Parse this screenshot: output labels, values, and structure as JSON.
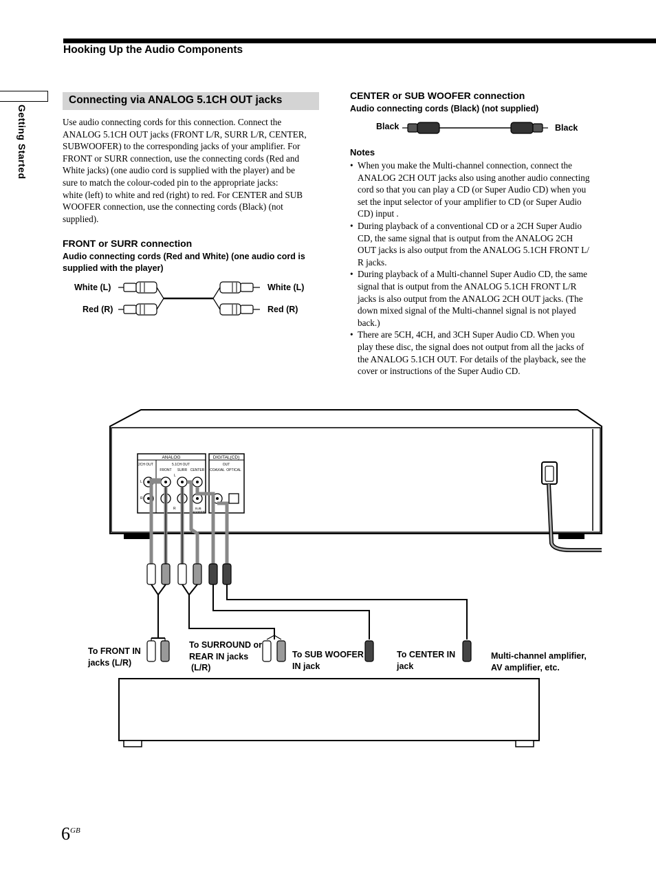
{
  "header": {
    "title": "Hooking Up the Audio Components"
  },
  "side_tab": {
    "label": "Getting Started"
  },
  "section": {
    "title": "Connecting via ANALOG 5.1CH OUT jacks",
    "body_lines": [
      "Use audio connecting cords for this connection. Connect the",
      "ANALOG 5.1CH OUT jacks (FRONT L/R, SURR L/R, CENTER,",
      "SUBWOOFER) to the corresponding jacks of your amplifier. For",
      "FRONT or SURR connection, use the connecting cords (Red and",
      "White jacks) (one audio cord is supplied with the player) and be",
      "sure to match the colour-coded pin to the appropriate jacks:",
      "white (left) to white and red (right) to red. For CENTER and SUB",
      "WOOFER connection, use the connecting cords (Black) (not",
      "supplied)."
    ]
  },
  "front_surr": {
    "heading": "FRONT or SURR connection",
    "sub_line1": "Audio connecting cords (Red and White) (one audio cord is",
    "sub_line2": "supplied with the player)",
    "white_left": "White (L)",
    "red_left": "Red (R)",
    "white_right": "White (L)",
    "red_right": "Red (R)"
  },
  "center_sub": {
    "heading": "CENTER or SUB WOOFER connection",
    "sub": "Audio connecting cords (Black) (not supplied)",
    "black_left": "Black",
    "black_right": "Black"
  },
  "notes": {
    "heading": "Notes",
    "items": [
      [
        "When you make the Multi-channel connection, connect the",
        "ANALOG 2CH OUT jacks also using another audio connecting",
        "cord so that you can play a CD (or Super Audio CD) when you",
        "set the input selector of your amplifier to CD (or Super Audio",
        "CD) input ."
      ],
      [
        "During playback of a conventional CD or a 2CH Super Audio",
        "CD, the same signal that is output from the ANALOG 2CH",
        "OUT jacks is also output from the ANALOG 5.1CH FRONT L/",
        "R jacks."
      ],
      [
        "During playback of a Multi-channel Super Audio CD, the same",
        "signal that is output from the ANALOG 5.1CH FRONT L/R",
        "jacks is also output from the ANALOG 2CH OUT jacks. (The",
        "down mixed signal of the Multi-channel signal is not played",
        "back.)"
      ],
      [
        "There are 5CH, 4CH, and 3CH Super Audio CD. When you",
        "play these disc, the signal does not output from all the jacks of",
        "the ANALOG 5.1CH OUT. For details of the playback, see the",
        "cover or instructions of the Super Audio CD."
      ]
    ]
  },
  "panel": {
    "analog": "ANALOG",
    "digital": "DIGITAL(CD)",
    "ch2out": "2CH OUT",
    "ch51out": "5.1CH OUT",
    "front": "FRONT",
    "surr": "SURR",
    "center": "CENTER",
    "out": "OUT",
    "coaxial": "COAXIAL",
    "optical": "OPTICAL",
    "l": "L",
    "r": "R",
    "sub": "SUB",
    "woofer": "WOOFER"
  },
  "diagram": {
    "to_front_1": "To FRONT IN",
    "to_front_2": "jacks (L/R)",
    "to_surround_1": "To SURROUND or",
    "to_surround_2": "REAR IN jacks",
    "to_surround_3": "(L/R)",
    "to_sub_1": "To SUB WOOFER",
    "to_sub_2": "IN jack",
    "to_center_1": "To CENTER IN",
    "to_center_2": "jack",
    "amp_1": "Multi-channel amplifier,",
    "amp_2": "AV amplifier, etc."
  },
  "page": {
    "number": "6",
    "suffix": "GB"
  }
}
